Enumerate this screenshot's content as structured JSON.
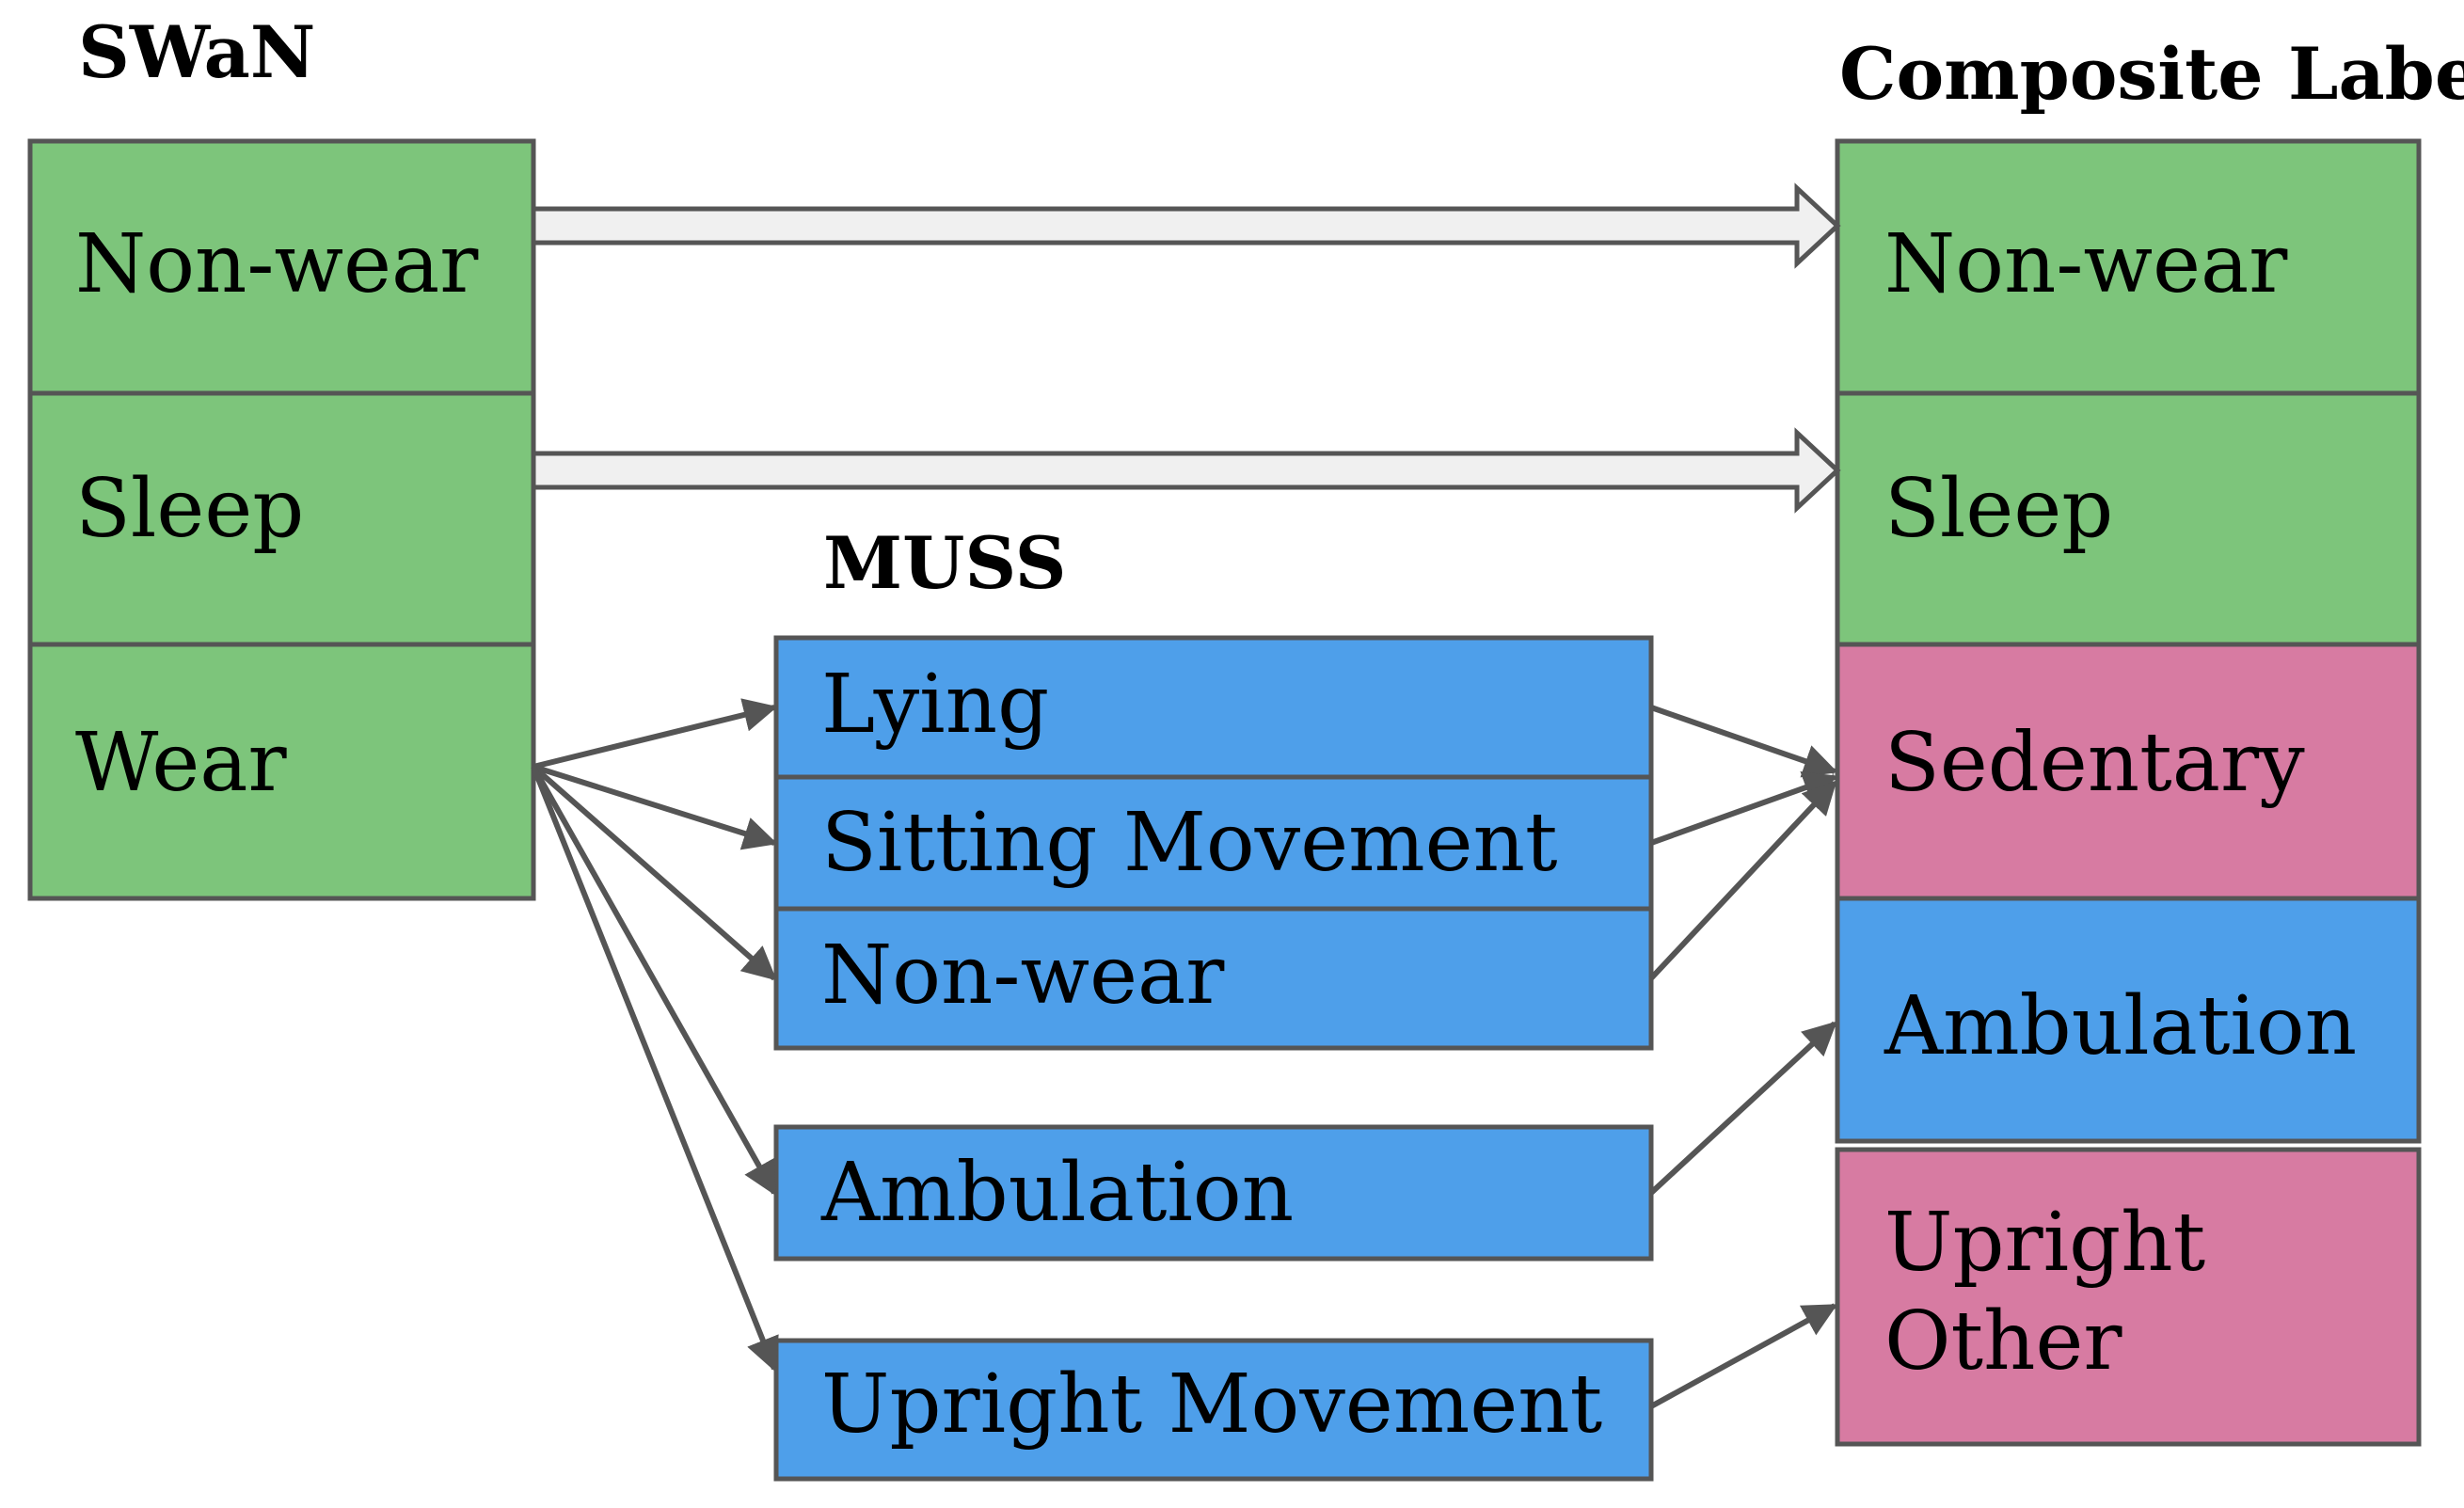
{
  "colors": {
    "green": "#7dc57b",
    "blue": "#4e9fea",
    "pink": "#d77ba2",
    "border": "#555555",
    "arrow": "#555555",
    "wide_arrow_fill": "#f0f0f0"
  },
  "swan": {
    "title": "SWaN",
    "items": [
      {
        "label": "Non-wear"
      },
      {
        "label": "Sleep"
      },
      {
        "label": "Wear"
      }
    ]
  },
  "muss": {
    "title": "MUSS",
    "items": [
      {
        "label": "Lying"
      },
      {
        "label": "Sitting Movement"
      },
      {
        "label": "Non-wear"
      },
      {
        "label": "Ambulation"
      },
      {
        "label": "Upright Movement"
      }
    ]
  },
  "composite": {
    "title": "Composite Label",
    "items": [
      {
        "label": "Non-wear",
        "color": "green"
      },
      {
        "label": "Sleep",
        "color": "green"
      },
      {
        "label": "Sedentary",
        "color": "pink"
      },
      {
        "label": "Ambulation",
        "color": "blue"
      },
      {
        "label_line1": "Upright",
        "label_line2": "Other",
        "color": "pink"
      }
    ]
  }
}
